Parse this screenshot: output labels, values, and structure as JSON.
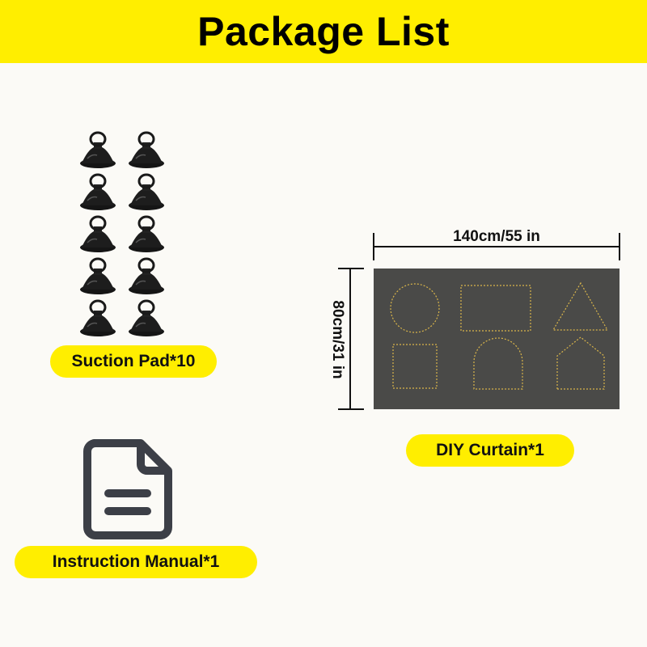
{
  "header": {
    "title": "Package List"
  },
  "items": {
    "suction": {
      "label": "Suction Pad*10",
      "count": 10
    },
    "curtain": {
      "label": "DIY Curtain*1",
      "width_label": "140cm/55 in",
      "height_label": "80cm/31 in"
    },
    "manual": {
      "label": "Instruction Manual*1"
    }
  },
  "colors": {
    "accent": "#ffee00",
    "curtain": "#4a4a48",
    "stitch": "#d9b54a"
  },
  "icons": {
    "manual": "document-icon",
    "pad": "suction-pad-icon"
  }
}
